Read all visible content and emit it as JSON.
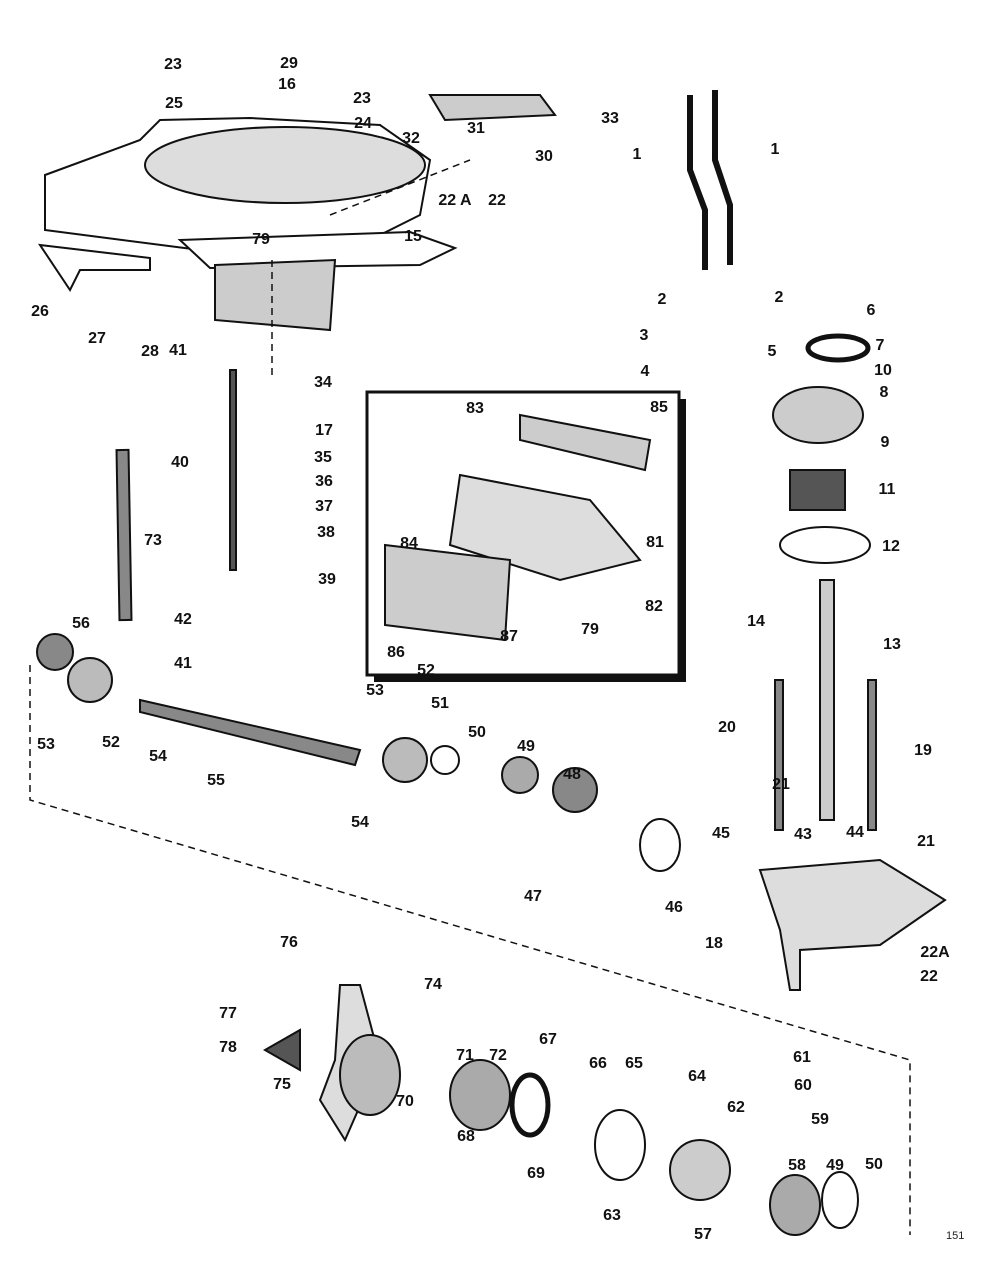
{
  "diagram": {
    "type": "exploded parts diagram",
    "colors": {
      "line": "#111111",
      "fill": "#ffffff",
      "shade": "#c8c8c8"
    },
    "callouts": [
      "23",
      "29",
      "16",
      "23",
      "24",
      "25",
      "32",
      "31",
      "30",
      "33",
      "22 A",
      "22",
      "1",
      "1",
      "79",
      "15",
      "26",
      "27",
      "28",
      "41",
      "34",
      "2",
      "2",
      "6",
      "7",
      "3",
      "4",
      "5",
      "10",
      "8",
      "9",
      "17",
      "35",
      "36",
      "37",
      "38",
      "39",
      "40",
      "73",
      "83",
      "85",
      "84",
      "81",
      "82",
      "79",
      "86",
      "87",
      "11",
      "12",
      "14",
      "13",
      "56",
      "42",
      "41",
      "53",
      "52",
      "51",
      "50",
      "49",
      "48",
      "20",
      "19",
      "53",
      "52",
      "54",
      "55",
      "54",
      "21",
      "43",
      "44",
      "45",
      "21",
      "47",
      "46",
      "18",
      "22A",
      "22",
      "76",
      "74",
      "77",
      "78",
      "75",
      "71",
      "72",
      "67",
      "66",
      "65",
      "64",
      "61",
      "60",
      "59",
      "70",
      "62",
      "49",
      "50",
      "58",
      "68",
      "69",
      "63",
      "57"
    ],
    "figure_number": "151"
  }
}
